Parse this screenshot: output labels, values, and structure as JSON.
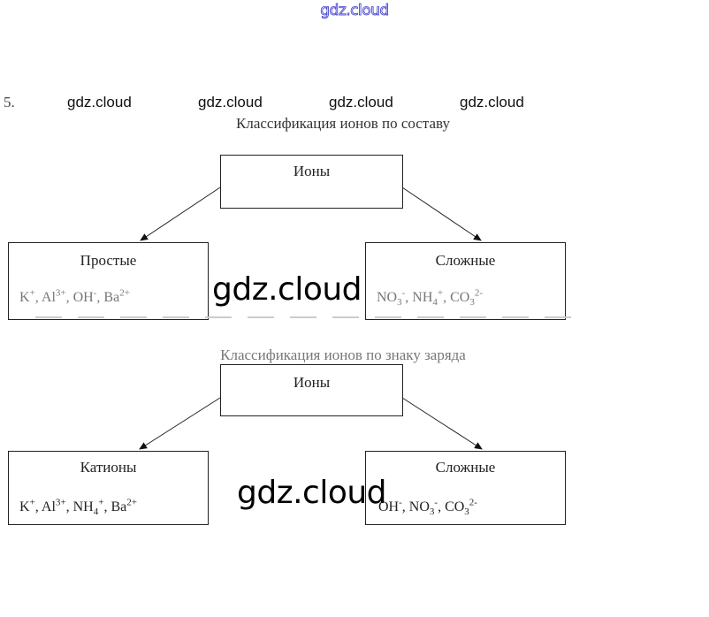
{
  "watermarks": {
    "top": "gdz.cloud",
    "row": [
      "gdz.cloud",
      "gdz.cloud",
      "gdz.cloud",
      "gdz.cloud"
    ],
    "diagram1": "gdz.cloud",
    "diagram2": "gdz.cloud"
  },
  "task_number": "5.",
  "diagram1": {
    "title": "Классификация ионов по составу",
    "root": "Ионы",
    "left": {
      "label": "Простые",
      "ions": [
        {
          "base": "K",
          "sub": "",
          "sup": "+"
        },
        {
          "base": "Al",
          "sub": "",
          "sup": "3+"
        },
        {
          "base": "OH",
          "sub": "",
          "sup": "-"
        },
        {
          "base": "Ba",
          "sub": "",
          "sup": "2+"
        }
      ]
    },
    "right": {
      "label": "Сложные",
      "ions": [
        {
          "base": "NO",
          "sub": "3",
          "sup": "-"
        },
        {
          "base": "NH",
          "sub": "4",
          "sup": "+"
        },
        {
          "base": "CO",
          "sub": "3",
          "sup": "2-"
        }
      ]
    }
  },
  "diagram2": {
    "title": "Классификация ионов по знаку заряда",
    "root": "Ионы",
    "left": {
      "label": "Катионы",
      "ions": [
        {
          "base": "K",
          "sub": "",
          "sup": "+"
        },
        {
          "base": "Al",
          "sub": "",
          "sup": "3+"
        },
        {
          "base": "NH",
          "sub": "4",
          "sup": "+"
        },
        {
          "base": "Ba",
          "sub": "",
          "sup": "2+"
        }
      ]
    },
    "right": {
      "label": "Сложные",
      "ions": [
        {
          "base": "OH",
          "sub": "",
          "sup": "-"
        },
        {
          "base": "NO",
          "sub": "3",
          "sup": "-"
        },
        {
          "base": "CO",
          "sub": "3",
          "sup": "2-"
        }
      ]
    }
  },
  "colors": {
    "watermark_outline": "#3333cc",
    "line": "#222222"
  }
}
